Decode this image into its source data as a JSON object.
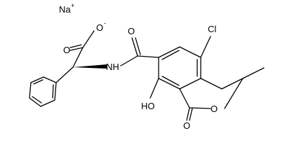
{
  "molecule": {
    "counterion": {
      "symbol": "Na",
      "charge": "+"
    },
    "labels": {
      "carboxylate_o_minus": "O",
      "carboxylate_o_minus_charge": "-",
      "carboxylate_o": "O",
      "amide_o": "O",
      "amide_nh": "NH",
      "chloro": "Cl",
      "hydroxy": "HO",
      "lactone_carbonyl_o": "O",
      "ring_o": "O"
    },
    "stereo": {
      "alpha_carbon": "wedge-bond"
    }
  }
}
